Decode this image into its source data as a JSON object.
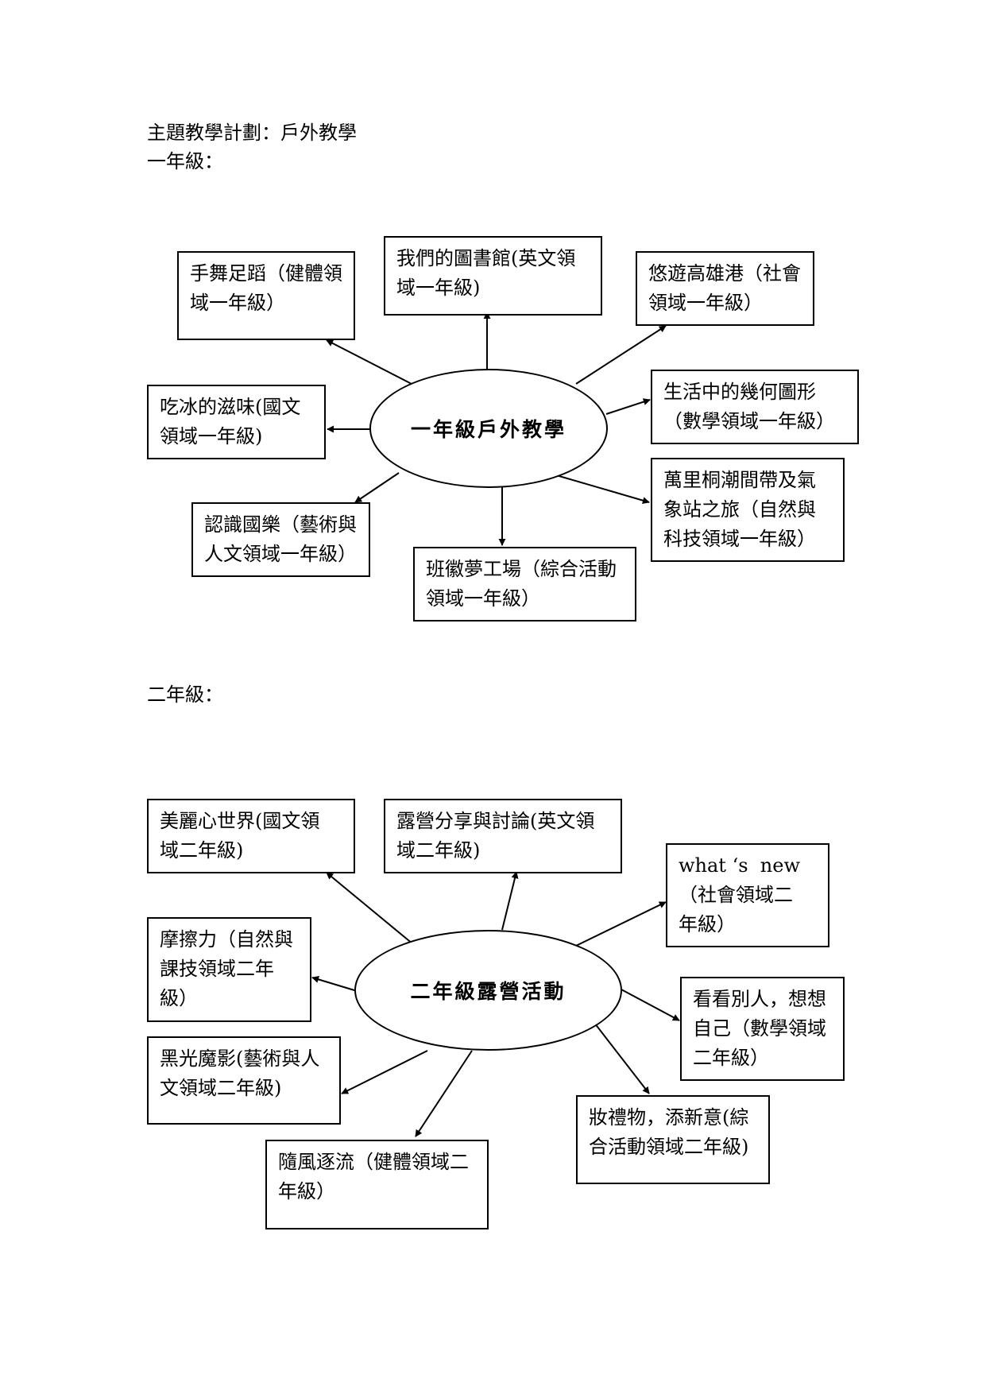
{
  "page": {
    "title": "主題教學計劃：戶外教學",
    "grade1_heading": "一年級：",
    "grade2_heading": "二年級："
  },
  "diagram1": {
    "center": "一年級戶外教學",
    "boxes": [
      {
        "lines": [
          "手舞足蹈（健體領",
          "域一年級）"
        ]
      },
      {
        "lines": [
          "我們的圖書館(英文領",
          "域一年級)"
        ]
      },
      {
        "lines": [
          "悠遊高雄港（社會",
          "領域一年級）"
        ]
      },
      {
        "lines": [
          "吃冰的滋味(國文",
          "領域一年級)"
        ]
      },
      {
        "lines": [
          "生活中的幾何圖形",
          "（數學領域一年級）"
        ]
      },
      {
        "lines": [
          "認識國樂（藝術與",
          "人文領域一年級）"
        ]
      },
      {
        "lines": [
          "班徽夢工場（綜合活動",
          "領域一年級）"
        ]
      },
      {
        "lines": [
          "萬里桐潮間帶及氣",
          "象站之旅（自然與",
          "科技領域一年級）"
        ]
      }
    ]
  },
  "diagram2": {
    "center": "二年級露營活動",
    "boxes": [
      {
        "lines": [
          "美麗心世界(國文領",
          "域二年級)"
        ]
      },
      {
        "lines": [
          "露營分享與討論(英文領",
          "域二年級)"
        ]
      },
      {
        "lines": [
          "what ‘s  new",
          "（社會領域二",
          "年級）"
        ]
      },
      {
        "lines": [
          "摩擦力（自然與",
          "課技領域二年",
          "級）"
        ]
      },
      {
        "lines": [
          "看看別人，想想",
          "自己（數學領域",
          "二年級）"
        ]
      },
      {
        "lines": [
          "黑光魔影(藝術與人",
          "文領域二年級)"
        ]
      },
      {
        "lines": [
          "妝禮物，添新意(綜",
          "合活動領域二年級)"
        ]
      },
      {
        "lines": [
          "隨風逐流（健體領域二",
          "年級）"
        ]
      }
    ]
  }
}
